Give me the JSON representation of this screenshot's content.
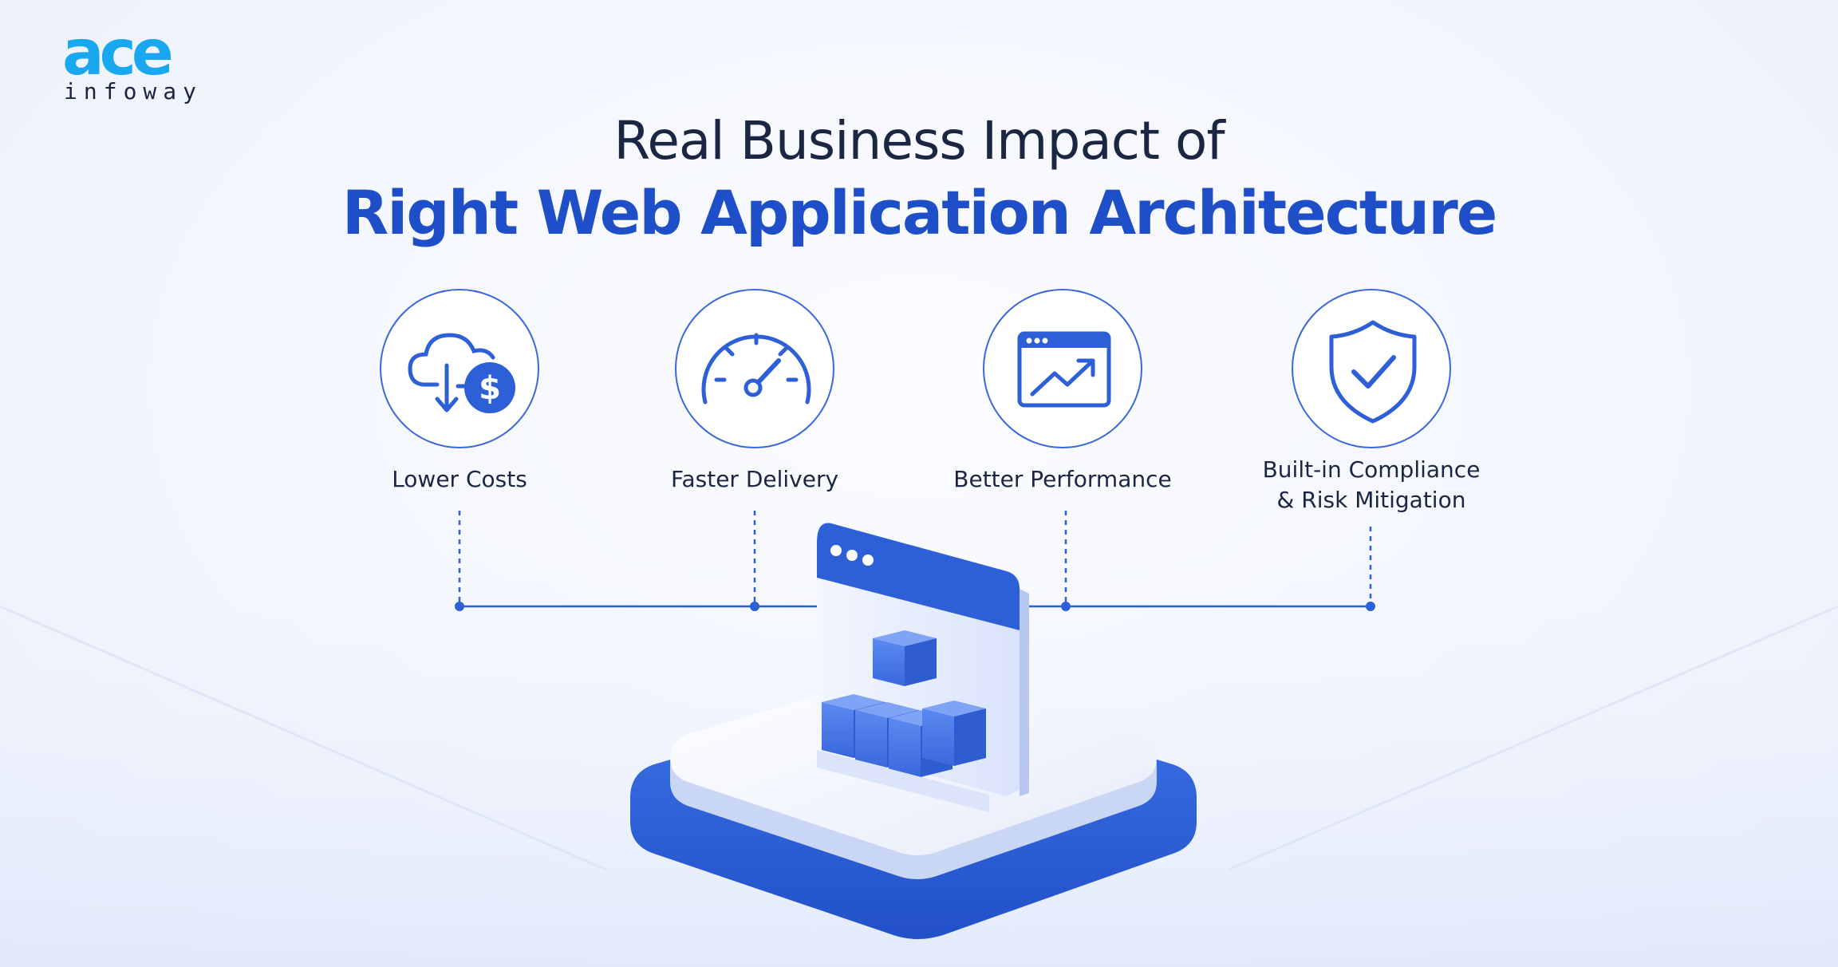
{
  "brand": {
    "logo_word": "ace",
    "logo_sub": "infoway",
    "primary_color": "#1f4fc8",
    "accent_color": "#19a7f0"
  },
  "title": {
    "line1": "Real Business Impact of",
    "line2": "Right Web Application Architecture"
  },
  "benefits": [
    {
      "label": "Lower Costs",
      "icon": "cloud-cost-icon"
    },
    {
      "label": "Faster Delivery",
      "icon": "speedometer-icon"
    },
    {
      "label": "Better Performance",
      "icon": "performance-chart-icon"
    },
    {
      "label": "Built-in Compliance\n& Risk Mitigation",
      "icon": "shield-check-icon"
    }
  ]
}
